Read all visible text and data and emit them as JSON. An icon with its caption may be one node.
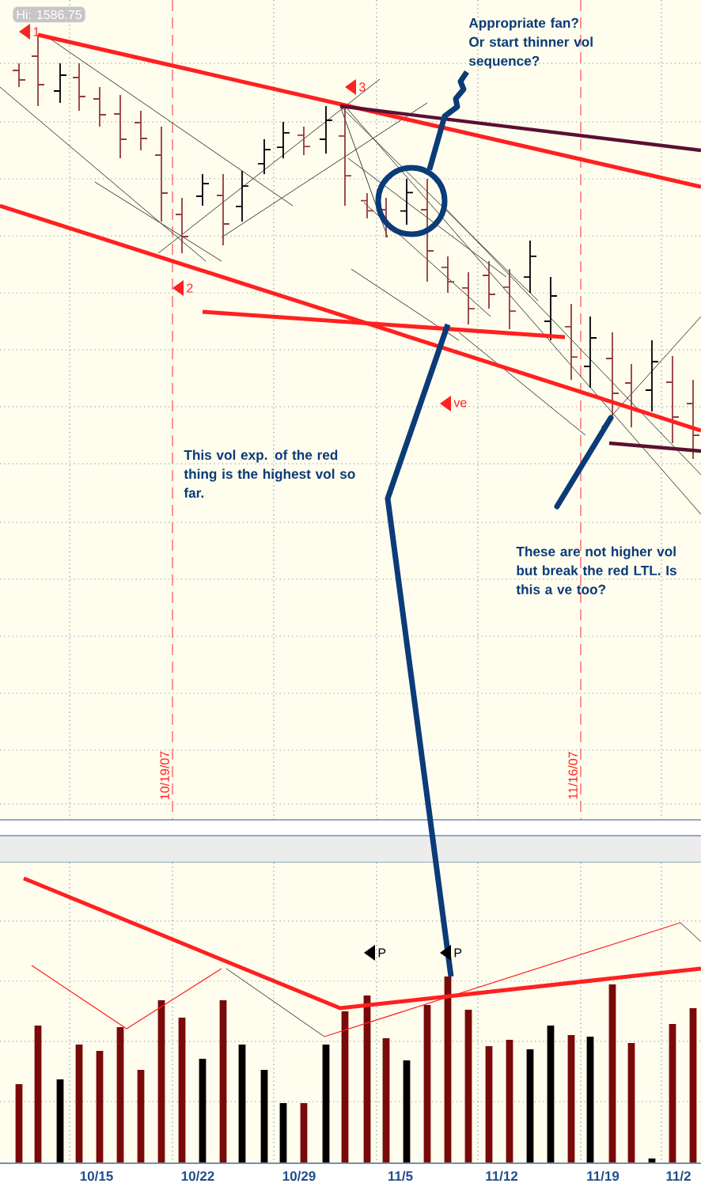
{
  "diagram": {
    "nodes": [
      {
        "text": [
          "Appropriate fan? Or start thinner vol sequence?"
        ]
      },
      {
        "text": [],
        "shape": "circle"
      },
      {
        "text": [
          "This vol exp. of the red thing is the highest vol so far."
        ]
      },
      {
        "text": [
          "These are not higher vol but break the red LTL. Is this a ve too?"
        ]
      }
    ],
    "edges": [
      {
        "from": 0,
        "to": 1,
        "arrow": "none"
      }
    ],
    "labels": [
      "Hi: 1586.75",
      "1",
      "3",
      "2",
      "ve",
      "10/19/07",
      "11/16/07",
      "P",
      "P",
      "10/15",
      "10/22",
      "10/29",
      "11/5",
      "11/12",
      "11/19",
      "11/2"
    ]
  }
}
